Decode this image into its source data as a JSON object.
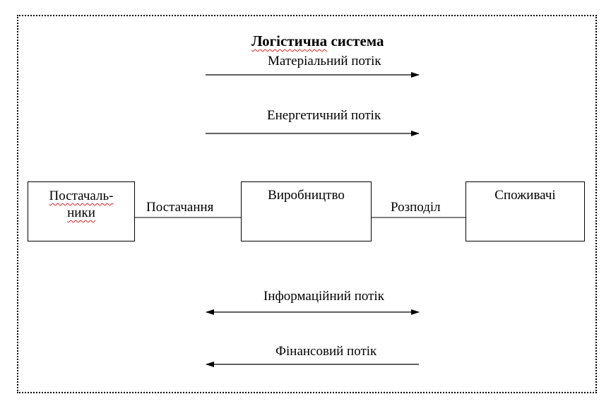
{
  "diagram": {
    "title_part1": "Логістична",
    "title_part2": " система",
    "flows": {
      "material": "Матеріальний потік",
      "energy": "Енергетичний потік",
      "information": "Інформаційний потік",
      "financial": "Фінансовий потік"
    },
    "nodes": {
      "suppliers_line1": "Постачаль-",
      "suppliers_line2": "ники",
      "production": "Виробництво",
      "consumers": "Споживачі"
    },
    "edges": {
      "supply": "Постачання",
      "distribution": "Розподіл"
    }
  }
}
